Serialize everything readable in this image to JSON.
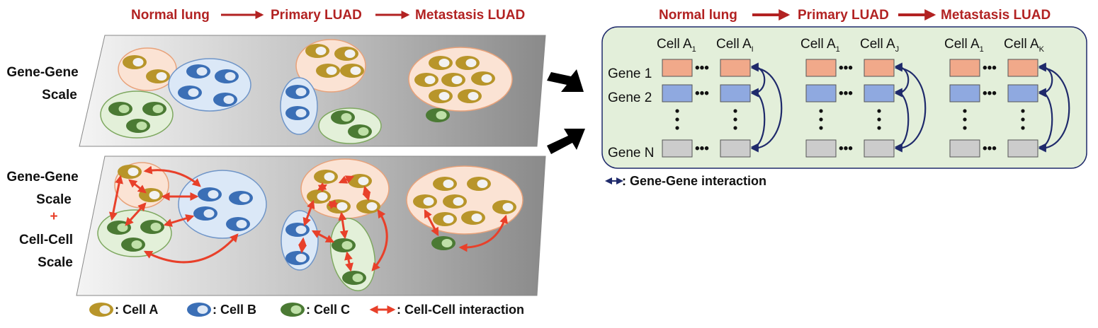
{
  "left_panel": {
    "stage_headers": [
      "Normal lung",
      "Primary  LUAD",
      "Metastasis  LUAD"
    ],
    "top_scale_label": [
      "Gene-Gene",
      "Scale"
    ],
    "bottom_scale_label": [
      "Gene-Gene",
      "Scale",
      "+",
      "Cell-Cell",
      "Scale"
    ]
  },
  "right_panel": {
    "stage_headers": [
      "Normal lung",
      "Primary  LUAD",
      "Metastasis  LUAD"
    ],
    "groups": [
      {
        "first_cell": "Cell A",
        "first_sub": "1",
        "last_cell": "Cell A",
        "last_sub": "I"
      },
      {
        "first_cell": "Cell A",
        "first_sub": "1",
        "last_cell": "Cell A",
        "last_sub": "J"
      },
      {
        "first_cell": "Cell A",
        "first_sub": "1",
        "last_cell": "Cell A",
        "last_sub": "K"
      }
    ],
    "gene_labels": [
      "Gene 1",
      "Gene 2",
      "Gene N"
    ],
    "ellipsis": "•••",
    "gene_colors": [
      "#f1a98a",
      "#8fa9e0",
      "#cccccc"
    ],
    "legend": ": Gene-Gene interaction"
  },
  "legend": {
    "cell_a": ": Cell A",
    "cell_b": ": Cell B",
    "cell_c": ": Cell C",
    "cell_interaction": ": Cell-Cell interaction"
  },
  "colors": {
    "header_red": "#b22222",
    "cell_a": "#b8952a",
    "cell_b": "#3b6fb6",
    "cell_c": "#4b7a34",
    "interaction_red": "#e8402a",
    "gene_arc": "#1f2a6b",
    "panel_green": "#e3efda"
  }
}
